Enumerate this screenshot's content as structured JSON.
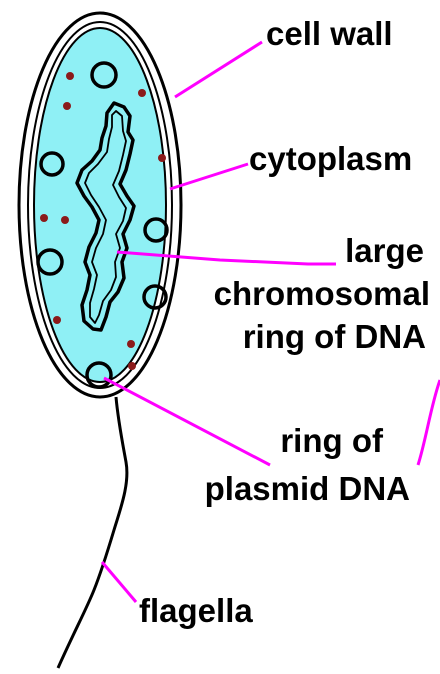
{
  "labels": {
    "cell_wall": "cell wall",
    "cytoplasm": "cytoplasm",
    "chromosome_line1": "large",
    "chromosome_line2": "chromosomal",
    "chromosome_line3": "ring of DNA",
    "plasmid_line1": "ring of",
    "plasmid_line2": "plasmid DNA",
    "flagella": "flagella"
  },
  "colors": {
    "cytoplasm_fill": "#8ff0f5",
    "outline": "#000000",
    "leader_line": "#ff00ff",
    "ribosome_dot": "#8b1a1a",
    "background": "#ffffff"
  }
}
